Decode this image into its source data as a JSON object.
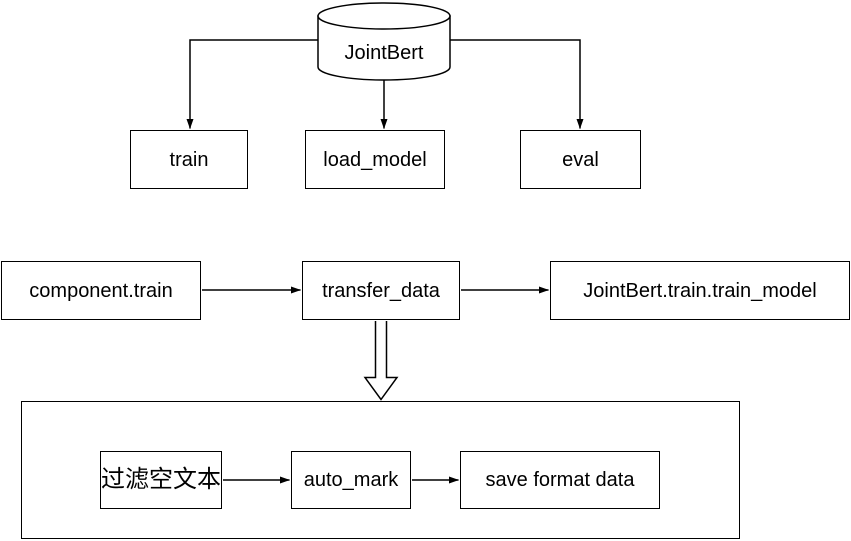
{
  "diagram": {
    "background_color": "#ffffff",
    "line_color": "#000000",
    "text_color": "#000000",
    "nodes": {
      "jointbert": {
        "label": "JointBert",
        "shape": "cylinder"
      },
      "train": {
        "label": "train",
        "shape": "rectangle"
      },
      "load_model": {
        "label": "load_model",
        "shape": "rectangle"
      },
      "eval": {
        "label": "eval",
        "shape": "rectangle"
      },
      "component_train": {
        "label": "component.train",
        "shape": "rectangle"
      },
      "transfer_data": {
        "label": "transfer_data",
        "shape": "rectangle"
      },
      "train_model": {
        "label": "JointBert.train.train_model",
        "shape": "rectangle"
      },
      "filter_empty": {
        "label": "过滤空文本",
        "shape": "rectangle"
      },
      "auto_mark": {
        "label": "auto_mark",
        "shape": "rectangle"
      },
      "save_format": {
        "label": "save format data",
        "shape": "rectangle"
      },
      "group_container": {
        "label": "",
        "shape": "rectangle-container"
      }
    },
    "edges": [
      {
        "from": "jointbert",
        "to": "train",
        "style": "elbow-arrow"
      },
      {
        "from": "jointbert",
        "to": "load_model",
        "style": "straight-arrow"
      },
      {
        "from": "jointbert",
        "to": "eval",
        "style": "elbow-arrow"
      },
      {
        "from": "component_train",
        "to": "transfer_data",
        "style": "straight-arrow"
      },
      {
        "from": "transfer_data",
        "to": "train_model",
        "style": "straight-arrow"
      },
      {
        "from": "transfer_data",
        "to": "group_container",
        "style": "hollow-block-arrow"
      },
      {
        "from": "filter_empty",
        "to": "auto_mark",
        "style": "straight-arrow"
      },
      {
        "from": "auto_mark",
        "to": "save_format",
        "style": "straight-arrow"
      }
    ]
  }
}
